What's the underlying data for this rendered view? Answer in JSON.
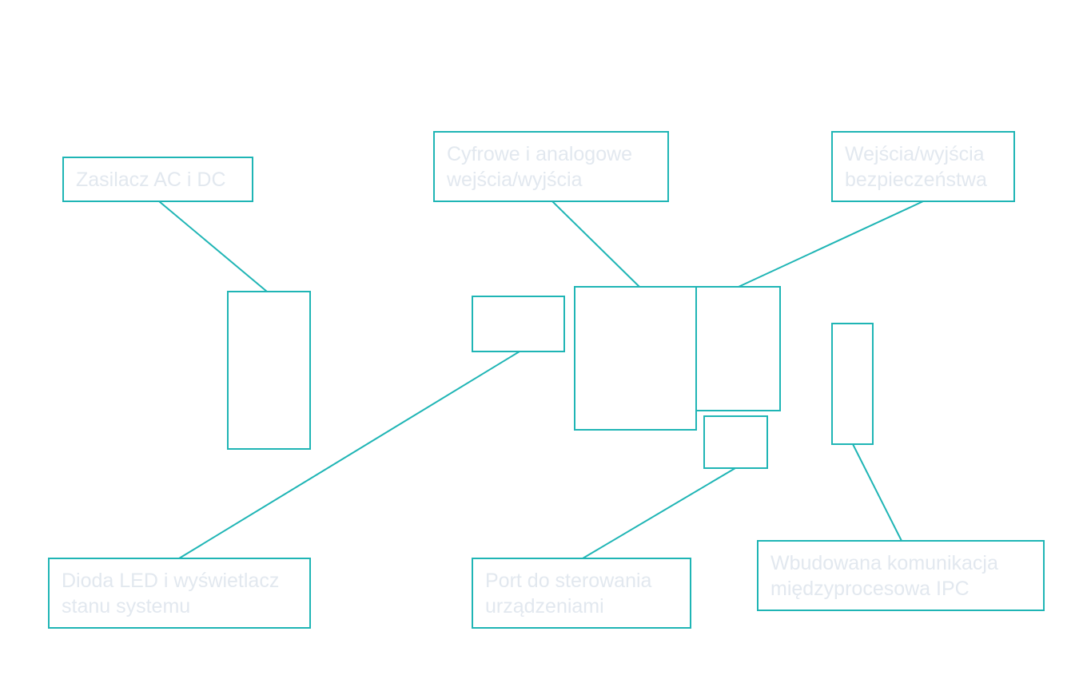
{
  "colors": {
    "stroke": "#1fb5b5",
    "label_text": "#e2e8ef",
    "background": "#ffffff"
  },
  "labels": {
    "power": {
      "line1": "Zasilacz AC i DC"
    },
    "digital_analog_io": {
      "line1": "Cyfrowe i analogowe",
      "line2": "wejścia/wyjścia"
    },
    "safety_io": {
      "line1": "Wejścia/wyjścia",
      "line2": "bezpieczeństwa"
    },
    "status_led": {
      "line1": "Dioda LED i wyświetlacz",
      "line2": "stanu systemu"
    },
    "device_port": {
      "line1": "Port do sterowania",
      "line2": "urządzeniami"
    },
    "ipc": {
      "line1": "Wbudowana komunikacja",
      "line2": "międzyprocesowa IPC"
    }
  }
}
